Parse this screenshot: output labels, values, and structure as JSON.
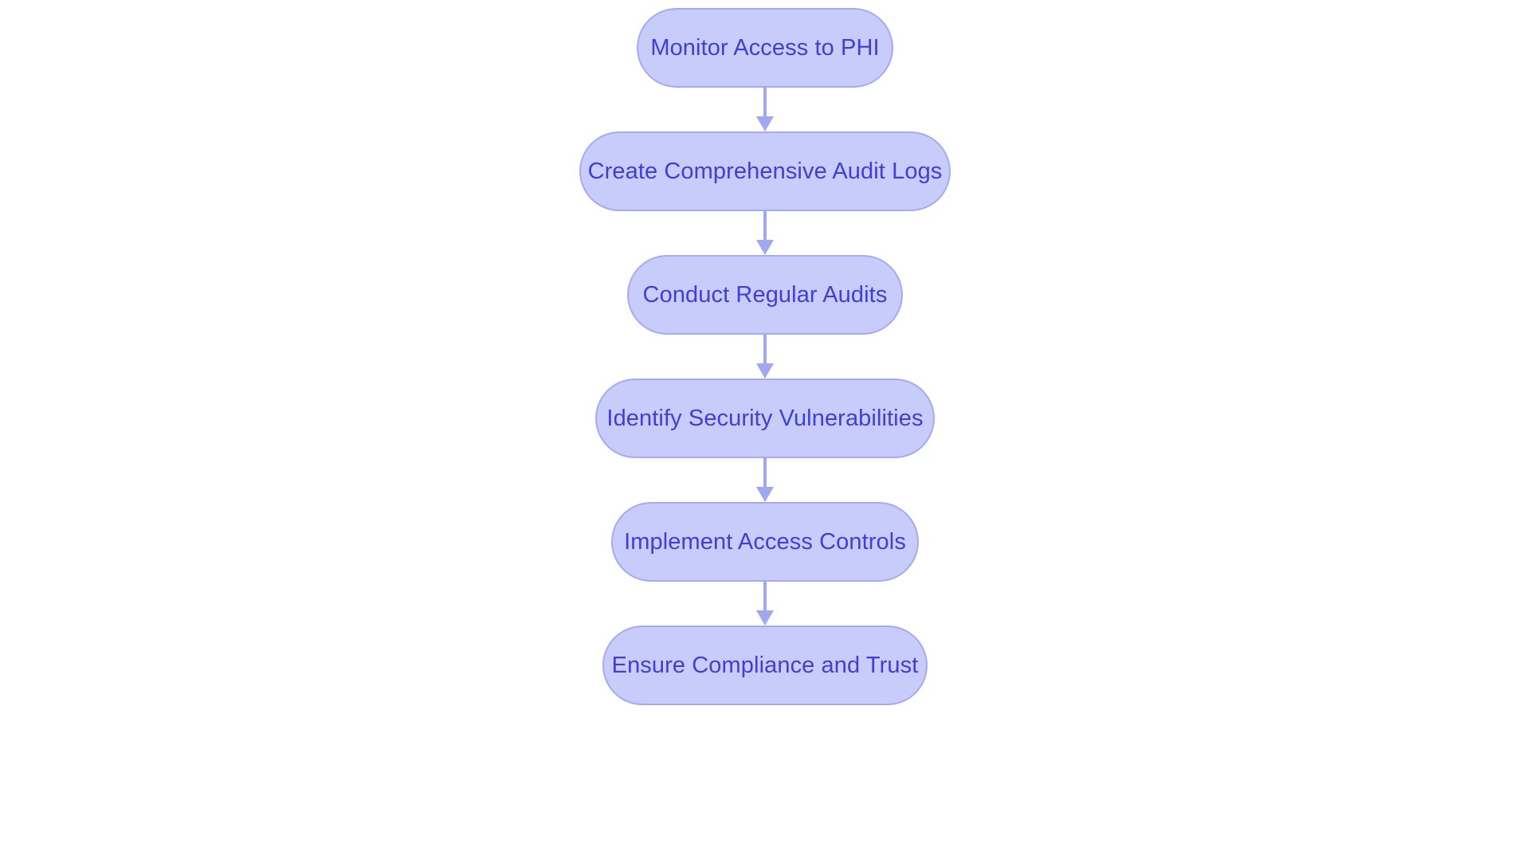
{
  "diagram": {
    "type": "flowchart",
    "orientation": "vertical-top-to-bottom",
    "background_color": "#ffffff",
    "node_fill_color": "#c8ccfa",
    "node_border_color": "#a5abf0",
    "node_text_color": "#3f3fd8",
    "connector_color": "#9fa8f0",
    "node_shape": "pill",
    "nodes": [
      {
        "id": "n0",
        "label": "Monitor Access to PHI"
      },
      {
        "id": "n1",
        "label": "Create Comprehensive Audit Logs"
      },
      {
        "id": "n2",
        "label": "Conduct Regular Audits"
      },
      {
        "id": "n3",
        "label": "Identify Security Vulnerabilities"
      },
      {
        "id": "n4",
        "label": "Implement Access Controls"
      },
      {
        "id": "n5",
        "label": "Ensure Compliance and Trust"
      }
    ],
    "edges": [
      {
        "id": "e0",
        "from": "n0",
        "to": "n1",
        "arrow": "down-arrow-icon"
      },
      {
        "id": "e1",
        "from": "n1",
        "to": "n2",
        "arrow": "down-arrow-icon"
      },
      {
        "id": "e2",
        "from": "n2",
        "to": "n3",
        "arrow": "down-arrow-icon"
      },
      {
        "id": "e3",
        "from": "n3",
        "to": "n4",
        "arrow": "down-arrow-icon"
      },
      {
        "id": "e4",
        "from": "n4",
        "to": "n5",
        "arrow": "down-arrow-icon"
      }
    ]
  }
}
